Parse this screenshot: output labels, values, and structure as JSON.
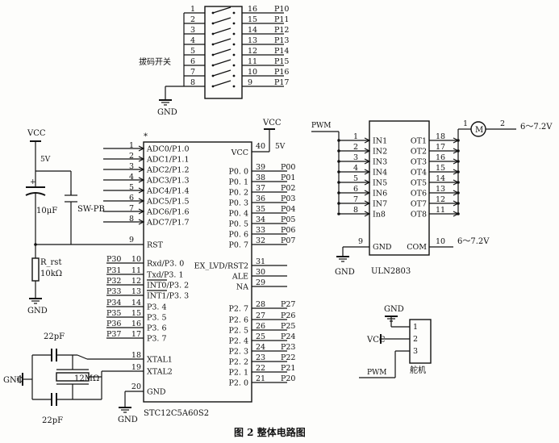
{
  "dip_switch": {
    "name": "拔码开关",
    "gnd": "GND",
    "left_pins": [
      "1",
      "2",
      "3",
      "4",
      "5",
      "6",
      "7",
      "8"
    ],
    "right_pins": [
      "16",
      "15",
      "14",
      "13",
      "12",
      "11",
      "10",
      "9"
    ],
    "port_labels": [
      "P10",
      "P11",
      "P12",
      "P13",
      "P14",
      "P15",
      "P16",
      "P17"
    ]
  },
  "mcu": {
    "part": "STC12C5A60S2",
    "star": "*",
    "vcc_net": "VCC",
    "vcc_volt": "5V",
    "vcc_pin": "40",
    "vcc_name": "VCC",
    "left": [
      {
        "num": "1",
        "name": "ADC0/P1.0",
        "net": ""
      },
      {
        "num": "2",
        "name": "ADC1/P1.1",
        "net": ""
      },
      {
        "num": "3",
        "name": "ADC2/P1.2",
        "net": ""
      },
      {
        "num": "4",
        "name": "ADC3/P1.3",
        "net": ""
      },
      {
        "num": "5",
        "name": "ADC4/P1.4",
        "net": ""
      },
      {
        "num": "6",
        "name": "ADC5/P1.5",
        "net": ""
      },
      {
        "num": "7",
        "name": "ADC6/P1.6",
        "net": ""
      },
      {
        "num": "8",
        "name": "ADC7/P1.7",
        "net": ""
      },
      {
        "num": "9",
        "name": "RST",
        "net": ""
      },
      {
        "num": "10",
        "name": "Rxd/P3. 0",
        "net": "P30"
      },
      {
        "num": "11",
        "name": "Txd/P3. 1",
        "net": "P31"
      },
      {
        "num": "12",
        "name": "INT0/P3. 2",
        "net": "P32"
      },
      {
        "num": "13",
        "name": "INT1/P3. 3",
        "net": "P33"
      },
      {
        "num": "14",
        "name": "P3. 4",
        "net": "P34"
      },
      {
        "num": "15",
        "name": "P3. 5",
        "net": "P35"
      },
      {
        "num": "16",
        "name": "P3. 6",
        "net": "P36"
      },
      {
        "num": "17",
        "name": "P3. 7",
        "net": "P37"
      },
      {
        "num": "18",
        "name": "XTAL1",
        "net": ""
      },
      {
        "num": "19",
        "name": "XTAL2",
        "net": ""
      },
      {
        "num": "20",
        "name": "GND",
        "net": ""
      }
    ],
    "right": [
      {
        "num": "39",
        "name": "P0. 0",
        "net": "P00"
      },
      {
        "num": "38",
        "name": "P0. 1",
        "net": "P01"
      },
      {
        "num": "37",
        "name": "P0. 2",
        "net": "P02"
      },
      {
        "num": "36",
        "name": "P0. 3",
        "net": "P03"
      },
      {
        "num": "35",
        "name": "P0. 4",
        "net": "P04"
      },
      {
        "num": "34",
        "name": "P0. 5",
        "net": "P05"
      },
      {
        "num": "33",
        "name": "P0. 6",
        "net": "P06"
      },
      {
        "num": "32",
        "name": "P0. 7",
        "net": "P07"
      },
      {
        "num": "31",
        "name": "EX_LVD/RST2",
        "net": ""
      },
      {
        "num": "30",
        "name": "ALE",
        "net": ""
      },
      {
        "num": "29",
        "name": "NA",
        "net": ""
      },
      {
        "num": "28",
        "name": "P2. 7",
        "net": "P27"
      },
      {
        "num": "27",
        "name": "P2. 6",
        "net": "P26"
      },
      {
        "num": "26",
        "name": "P2. 5",
        "net": "P25"
      },
      {
        "num": "25",
        "name": "P2. 4",
        "net": "P24"
      },
      {
        "num": "24",
        "name": "P2. 3",
        "net": "P23"
      },
      {
        "num": "23",
        "name": "P2. 2",
        "net": "P22"
      },
      {
        "num": "22",
        "name": "P2. 1",
        "net": "P21"
      },
      {
        "num": "21",
        "name": "P2. 0",
        "net": "P20"
      }
    ]
  },
  "reset_circuit": {
    "vcc": "VCC",
    "volt": "5V",
    "plus": "+",
    "cap": "10μF",
    "switch": "SW-PB",
    "res_name": "R_rst",
    "res_val": "10kΩ",
    "gnd": "GND"
  },
  "crystal": {
    "c_top": "22pF",
    "c_bot": "22pF",
    "xtal": "12MΩ",
    "gnd_left": "GND",
    "gnd_mcu": "GND"
  },
  "uln2803": {
    "part": "ULN2803",
    "pwm": "PWM",
    "inputs": [
      {
        "num": "1",
        "name": "IN1"
      },
      {
        "num": "2",
        "name": "IN2"
      },
      {
        "num": "3",
        "name": "IN3"
      },
      {
        "num": "4",
        "name": "IN4"
      },
      {
        "num": "5",
        "name": "IN5"
      },
      {
        "num": "6",
        "name": "IN6"
      },
      {
        "num": "7",
        "name": "IN7"
      },
      {
        "num": "8",
        "name": "In8"
      }
    ],
    "outputs": [
      {
        "num": "18",
        "name": "OT1"
      },
      {
        "num": "17",
        "name": "OT2"
      },
      {
        "num": "16",
        "name": "OT3"
      },
      {
        "num": "15",
        "name": "OT4"
      },
      {
        "num": "14",
        "name": "OT5"
      },
      {
        "num": "13",
        "name": "OT6"
      },
      {
        "num": "12",
        "name": "OT7"
      },
      {
        "num": "11",
        "name": "OT8"
      }
    ],
    "gnd_pin": "9",
    "gnd_name": "GND",
    "com_pin": "10",
    "com_name": "COM",
    "com_supply": "6～7.2V",
    "gnd": "GND",
    "motor": "M",
    "motor_pin1": "1",
    "motor_pin2": "2",
    "motor_supply": "6～7.2V"
  },
  "servo": {
    "name": "舵机",
    "gnd": "GND",
    "vcc": "VCC",
    "pwm": "PWM",
    "pins": [
      "1",
      "2",
      "3"
    ]
  },
  "caption": "图 2    整体电路图"
}
